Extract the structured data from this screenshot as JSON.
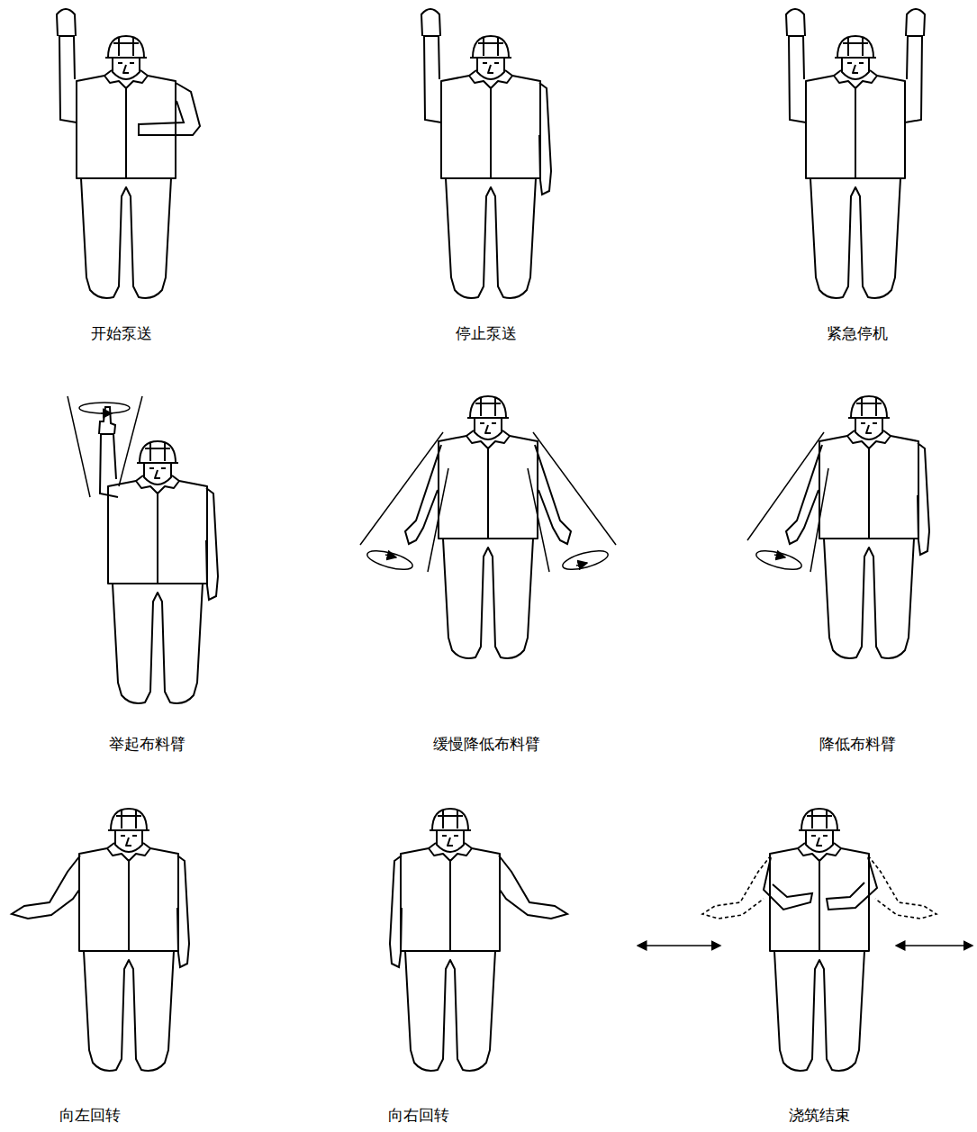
{
  "diagram": {
    "labels": [
      "开始泵送",
      "停止泵送",
      "紧急停机",
      "举起布料臂",
      "缓慢降低布料臂",
      "降低布料臂",
      "向左回转",
      "向右回转",
      "浇筑结束"
    ]
  }
}
